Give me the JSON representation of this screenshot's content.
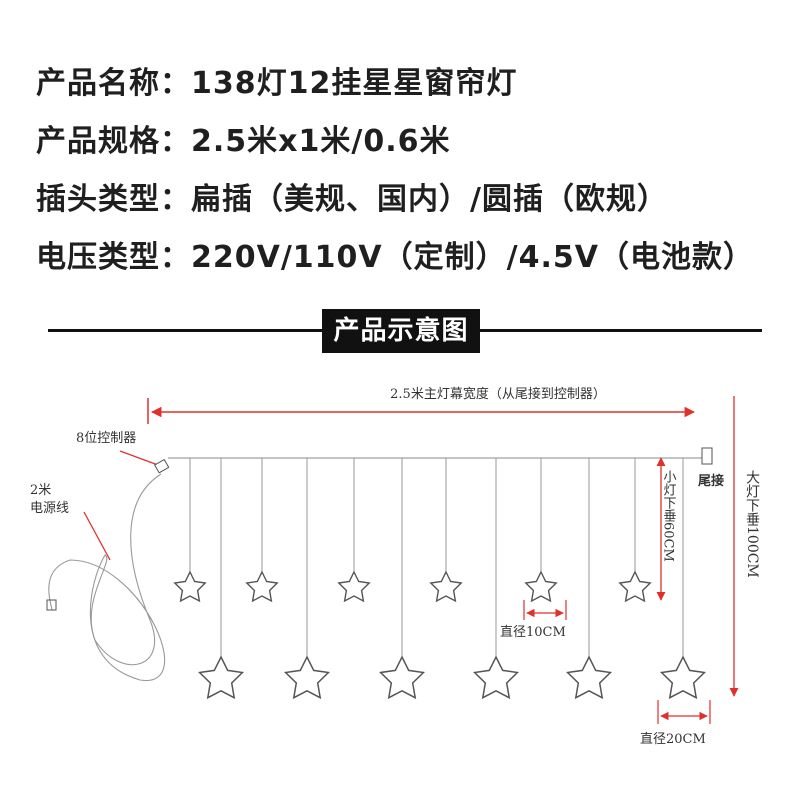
{
  "specs": [
    {
      "label": "产品名称：",
      "value": "138灯12挂星星窗帘灯"
    },
    {
      "label": "产品规格：",
      "value": "2.5米x1米/0.6米"
    },
    {
      "label": "插头类型：",
      "value": "扁插（美规、国内）/圆插（欧规）"
    },
    {
      "label": "电压类型：",
      "value": "220V/110V（定制）/4.5V（电池款）"
    }
  ],
  "section_title": "产品示意图",
  "diagram": {
    "main_width_label": "2.5米主灯幕宽度（从尾接到控制器）",
    "controller_label": "8位控制器",
    "power_cord_label_1": "2米",
    "power_cord_label_2": "电源线",
    "tail_label": "尾接",
    "small_drop_label": "小灯下垂60CM",
    "big_drop_label": "大灯下垂100CM",
    "small_diameter_label": "直径10CM",
    "big_diameter_label": "直径20CM"
  },
  "colors": {
    "text": "#1f1f1f",
    "arrow": "#e0302a",
    "line": "#888888",
    "star": "#555555"
  }
}
